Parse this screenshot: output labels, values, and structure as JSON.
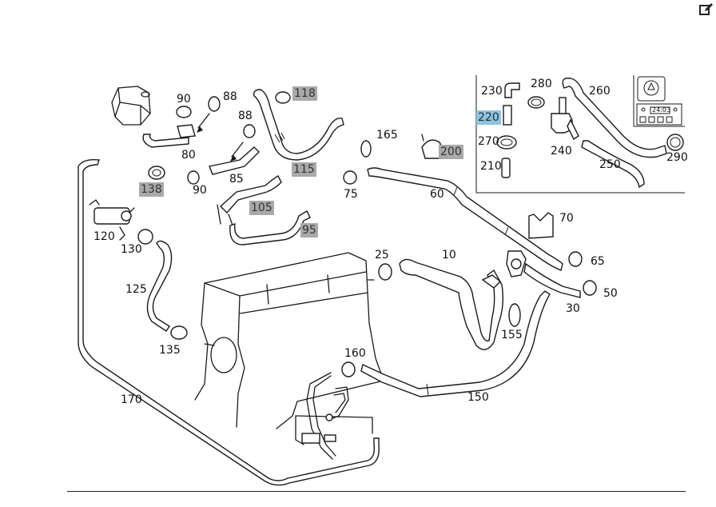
{
  "toolbar": {
    "edit_icon": "edit-icon"
  },
  "callouts": {
    "c10": "10",
    "c25": "25",
    "c30": "30",
    "c50": "50",
    "c60": "60",
    "c65": "65",
    "c70": "70",
    "c75": "75",
    "c80": "80",
    "c85": "85",
    "c88a": "88",
    "c88b": "88",
    "c90a": "90",
    "c90b": "90",
    "c95": "95",
    "c105": "105",
    "c115": "115",
    "c118": "118",
    "c120": "120",
    "c125": "125",
    "c130": "130",
    "c135": "135",
    "c138": "138",
    "c150": "150",
    "c155": "155",
    "c160": "160",
    "c165": "165",
    "c170": "170",
    "c200": "200",
    "c210": "210",
    "c220": "220",
    "c230": "230",
    "c240": "240",
    "c250": "250",
    "c260": "260",
    "c270": "270",
    "c280": "280",
    "c290": "290"
  },
  "inset": {
    "display_value": "24:03"
  },
  "colors": {
    "highlight_grey": "#a9a9a9",
    "highlight_blue": "#8fc3de",
    "line": "#1a1a1a"
  }
}
